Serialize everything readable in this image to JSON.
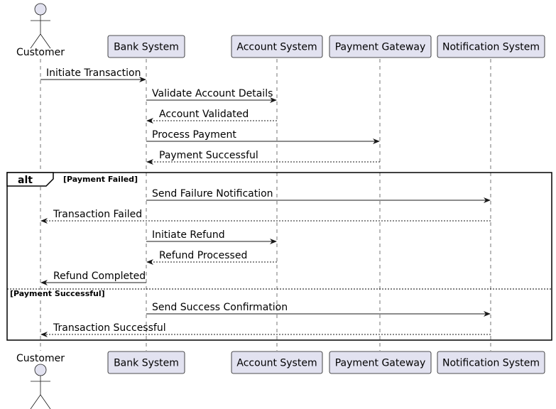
{
  "participants": [
    {
      "id": "customer",
      "label": "Customer",
      "kind": "actor"
    },
    {
      "id": "bank",
      "label": "Bank System",
      "kind": "box"
    },
    {
      "id": "account",
      "label": "Account System",
      "kind": "box"
    },
    {
      "id": "gateway",
      "label": "Payment Gateway",
      "kind": "box"
    },
    {
      "id": "notify",
      "label": "Notification System",
      "kind": "box"
    }
  ],
  "messages": [
    {
      "from": "customer",
      "to": "bank",
      "label": "Initiate Transaction",
      "style": "solid"
    },
    {
      "from": "bank",
      "to": "account",
      "label": "Validate Account Details",
      "style": "solid"
    },
    {
      "from": "account",
      "to": "bank",
      "label": "Account Validated",
      "style": "dashed"
    },
    {
      "from": "bank",
      "to": "gateway",
      "label": "Process Payment",
      "style": "solid"
    },
    {
      "from": "gateway",
      "to": "bank",
      "label": "Payment Successful",
      "style": "dashed"
    },
    {
      "from": "bank",
      "to": "notify",
      "label": "Send Failure Notification",
      "style": "solid"
    },
    {
      "from": "notify",
      "to": "customer",
      "label": "Transaction Failed",
      "style": "dashed"
    },
    {
      "from": "bank",
      "to": "account",
      "label": "Initiate Refund",
      "style": "solid"
    },
    {
      "from": "account",
      "to": "bank",
      "label": "Refund Processed",
      "style": "dashed"
    },
    {
      "from": "bank",
      "to": "customer",
      "label": "Refund Completed",
      "style": "solid"
    },
    {
      "from": "bank",
      "to": "notify",
      "label": "Send Success Confirmation",
      "style": "solid"
    },
    {
      "from": "notify",
      "to": "customer",
      "label": "Transaction Successful",
      "style": "dashed"
    }
  ],
  "alt_fragment": {
    "tag": "alt",
    "condition_1": "[Payment Failed]",
    "condition_2": "[Payment Successful]"
  },
  "colors": {
    "participant_fill": "#E2E2F0",
    "stroke": "#181818"
  }
}
